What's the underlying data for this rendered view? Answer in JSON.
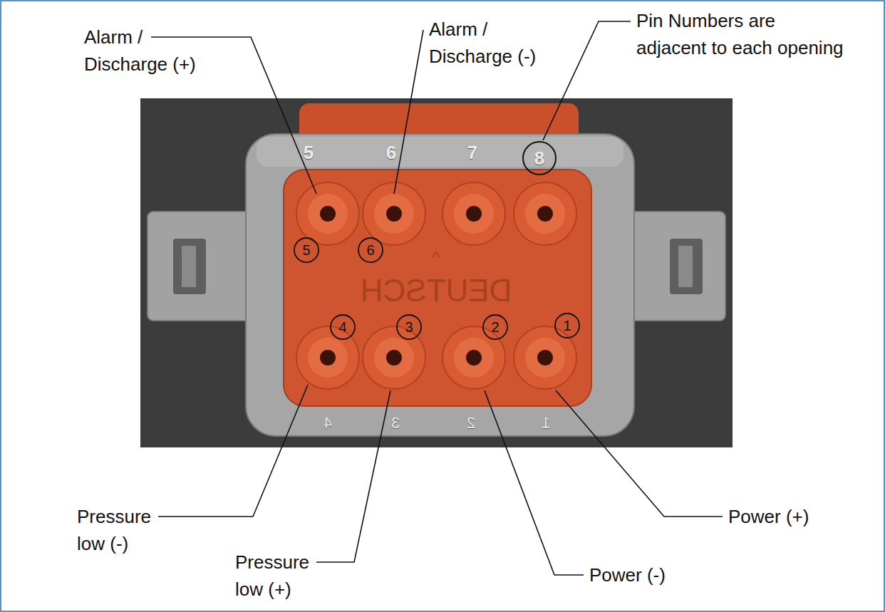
{
  "diagram": {
    "labels": [
      "Alarm / Discharge (+)",
      "Alarm / Discharge (-)",
      "Pin Numbers are adjacent to each opening",
      "5",
      "6",
      "7",
      "8",
      "5",
      "6",
      "DEUTSCH",
      "4",
      "3",
      "2",
      "1",
      "4",
      "3",
      "2",
      "1",
      "Pressure low (-)",
      "Pressure low (+)",
      "Power (+)",
      "Power (-)"
    ]
  }
}
